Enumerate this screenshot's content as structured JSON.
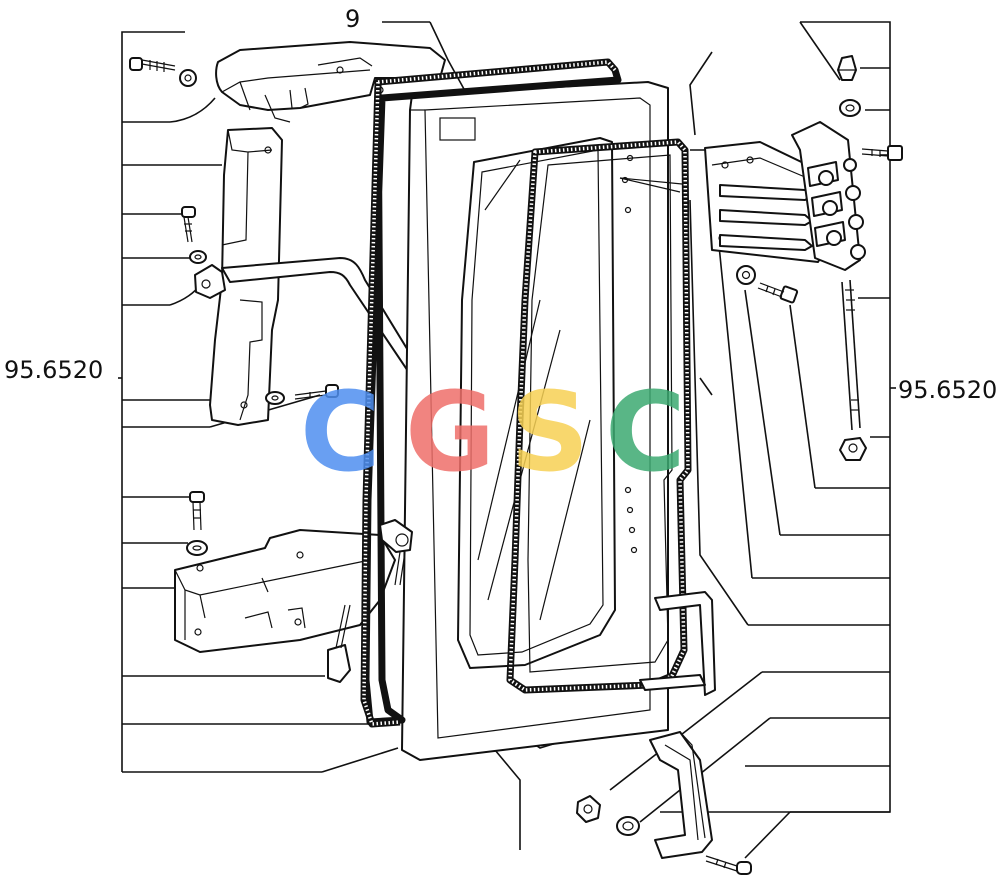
{
  "labels": {
    "top": "9",
    "left": "95.6520",
    "right": "95.6520"
  },
  "watermark": {
    "letters": [
      "C",
      "G",
      "S",
      "C"
    ],
    "colors": [
      "#4f8ff0",
      "#ef6f6a",
      "#f7d154",
      "#3daa72"
    ]
  }
}
